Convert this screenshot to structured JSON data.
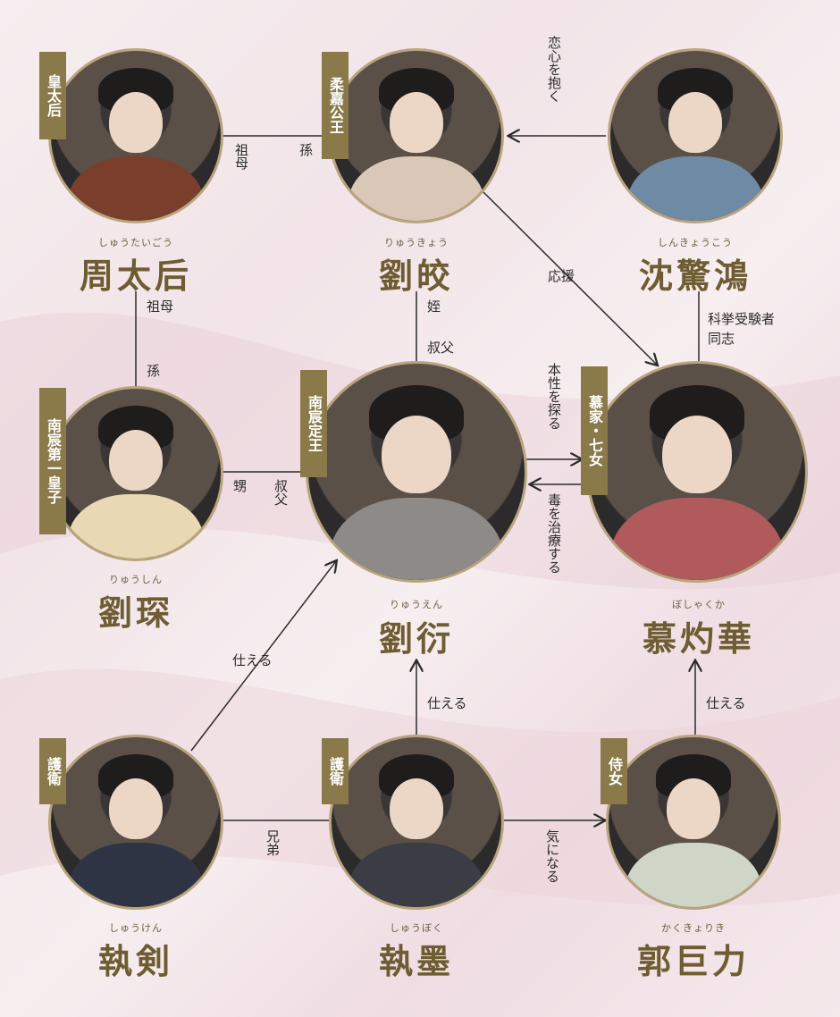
{
  "characters": [
    {
      "id": "kotaigo",
      "title": "皇太后",
      "ruby": "しゅうたいごう",
      "name": "周太后",
      "robe": "#7a3f2c"
    },
    {
      "id": "ryukyo",
      "title": "柔嘉公王",
      "ruby": "りゅうきょう",
      "name": "劉皎",
      "robe": "#d9c7b8"
    },
    {
      "id": "shinkyoko",
      "title": "",
      "ruby": "しんきょうこう",
      "name": "沈驚鴻",
      "robe": "#6f8aa5"
    },
    {
      "id": "ryushin",
      "title": "南宸第一皇子",
      "ruby": "りゅうしん",
      "name": "劉琛",
      "robe": "#e8d8b4"
    },
    {
      "id": "ryuen",
      "title": "南宸定王",
      "ruby": "りゅうえん",
      "name": "劉衍",
      "robe": "#8e8a88"
    },
    {
      "id": "boshakuka",
      "title": "慕家・七女",
      "ruby": "ぼしゃくか",
      "name": "慕灼華",
      "robe": "#b05a5c"
    },
    {
      "id": "shuken",
      "title": "護衛",
      "ruby": "しゅうけん",
      "name": "執剣",
      "robe": "#2f3444"
    },
    {
      "id": "shuboku",
      "title": "護衛",
      "ruby": "しゅうぼく",
      "name": "執墨",
      "robe": "#3b3c44"
    },
    {
      "id": "kakukyoriki",
      "title": "侍女",
      "ruby": "かくきょりき",
      "name": "郭巨力",
      "robe": "#cfd6c8"
    }
  ],
  "relations": {
    "r1": "祖母",
    "r2": "孫",
    "r3": "恋心を抱く",
    "r4": "祖母",
    "r5": "孫",
    "r6": "姪",
    "r7": "叔父",
    "r8": "応援",
    "r9": "科挙受験者",
    "r9b": "同志",
    "r10": "本性を探る",
    "r11": "毒を治療する",
    "r12": "甥",
    "r13": "叔父",
    "r14": "仕える",
    "r15": "仕える",
    "r16": "仕える",
    "r17": "兄弟",
    "r18": "気になる"
  },
  "colors": {
    "line": "#2b2b2b",
    "tag": "#8a7a4a",
    "name": "#6e5c32",
    "ring": "#b8a47e"
  }
}
